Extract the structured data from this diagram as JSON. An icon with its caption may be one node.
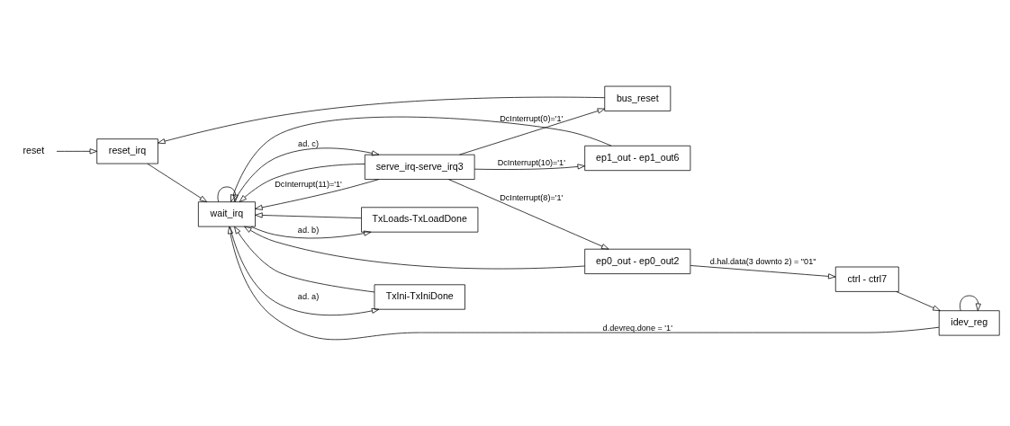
{
  "diagram": {
    "nodes": [
      {
        "text": [
          "reset_irq"
        ]
      },
      {
        "text": [
          "wait_irq"
        ]
      },
      {
        "text": [
          "serve_irq-serve_irq3"
        ]
      },
      {
        "text": [
          "TxLoads-TxLoadDone"
        ]
      },
      {
        "text": [
          "TxIni-TxIniDone"
        ]
      },
      {
        "text": [
          "bus_reset"
        ]
      },
      {
        "text": [
          "ep0_out - ep0_out2"
        ]
      },
      {
        "text": [
          "ep1_out - ep1_out6"
        ]
      },
      {
        "text": [
          "idev_reg"
        ]
      },
      {
        "text": [
          "ctrl - ctrl7"
        ]
      },
      {
        "text": [
          "reset"
        ]
      }
    ],
    "edges": [
      {
        "from": 10,
        "to": 0,
        "arrow": "to"
      },
      {
        "from": 5,
        "to": 0,
        "arrow": "to"
      },
      {
        "from": 0,
        "to": 1,
        "arrow": "to"
      },
      {
        "from": 1,
        "to": 1,
        "arrow": "to"
      },
      {
        "from": 1,
        "to": 2,
        "arrow": "to",
        "label": "ad. c)"
      },
      {
        "from": 1,
        "to": 3,
        "arrow": "to",
        "label": "ad. b)"
      },
      {
        "from": 1,
        "to": 4,
        "arrow": "to",
        "label": "ad. a)"
      },
      {
        "from": 2,
        "to": 5,
        "arrow": "to",
        "label": "DcInterrupt(0)='1'"
      },
      {
        "from": 2,
        "to": 6,
        "arrow": "to",
        "label": "DcInterrupt(8)='1'"
      },
      {
        "from": 2,
        "to": 7,
        "arrow": "to",
        "label": "DcInterrupt(10)='1'"
      },
      {
        "from": 4,
        "to": 1,
        "arrow": "to"
      },
      {
        "from": 3,
        "to": 1,
        "arrow": "to"
      },
      {
        "from": 2,
        "to": 1,
        "arrow": "to"
      },
      {
        "from": 2,
        "to": 1,
        "arrow": "to",
        "label": "DcInterrupt(11)='1'"
      },
      {
        "from": 7,
        "to": 1,
        "arrow": "to"
      },
      {
        "from": 6,
        "to": 1,
        "arrow": "to"
      },
      {
        "from": 6,
        "to": 9,
        "arrow": "to",
        "label": "d.hal.data(3 downto 2) = \"01\""
      },
      {
        "from": 9,
        "to": 8,
        "arrow": "to"
      },
      {
        "from": 8,
        "to": 1,
        "arrow": "to",
        "label": "d.devreq.done = '1'"
      },
      {
        "from": 8,
        "to": 8,
        "arrow": "to"
      }
    ]
  }
}
